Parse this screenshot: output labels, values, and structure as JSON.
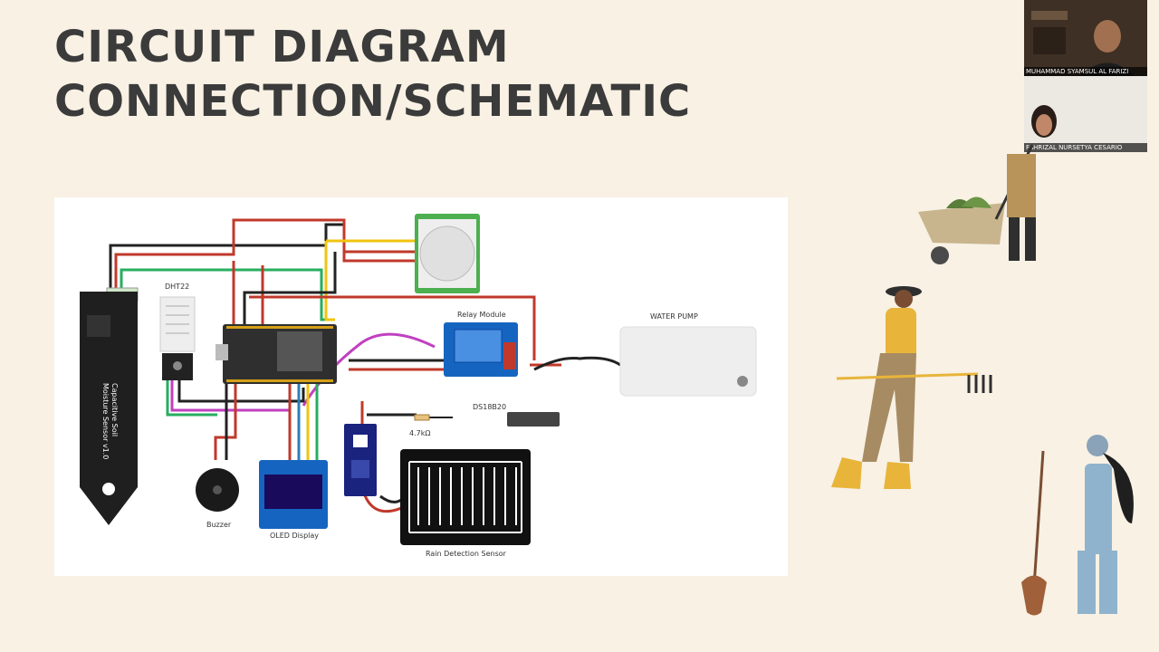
{
  "slide": {
    "title_line1": "CIRCUIT DIAGRAM",
    "title_line2": "CONNECTION/SCHEMATIC"
  },
  "diagram": {
    "labels": {
      "dht22": "DHT22",
      "relay_module": "Relay Module",
      "water_pump": "WATER PUMP",
      "ds18b20": "DS18B20",
      "resistor": "4.7kΩ",
      "buzzer": "Buzzer",
      "oled_display": "OLED Display",
      "rain_sensor": "Rain Detection Sensor",
      "soil_sensor_line1": "Capacitive Soil",
      "soil_sensor_line2": "Moisture Sensor v1.0"
    }
  },
  "participants": [
    {
      "name": "MUHAMMAD SYAMSUL AL FARIZI"
    },
    {
      "name": "FAHRIZAL NURSETYA CESARIO"
    }
  ]
}
